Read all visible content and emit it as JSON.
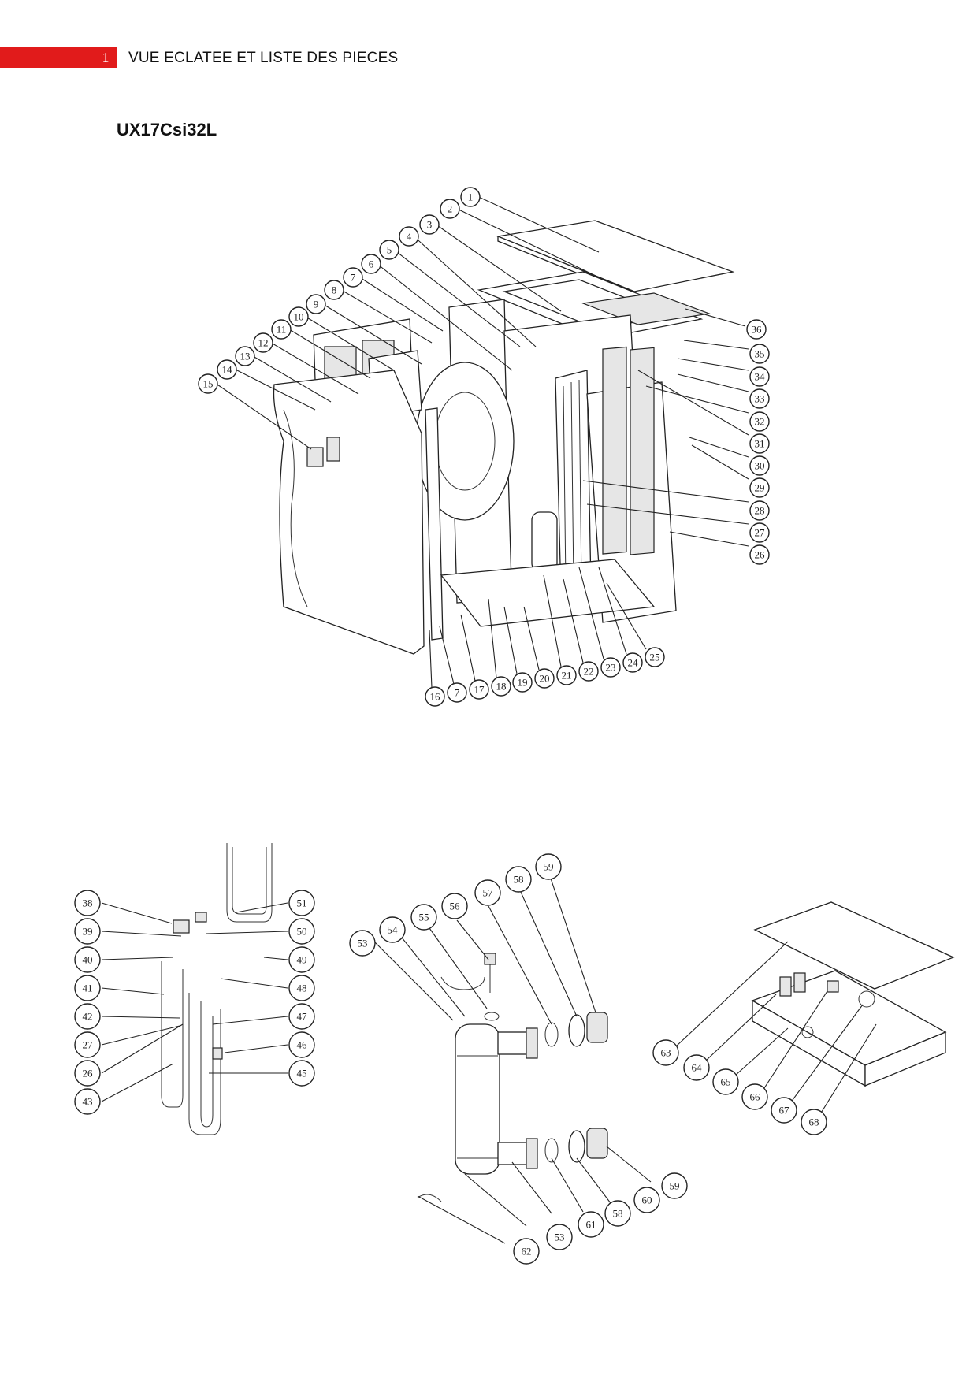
{
  "header": {
    "page_number": "1",
    "title": "VUE ECLATEE ET LISTE DES PIECES"
  },
  "model": "UX17Csi32L",
  "colors": {
    "accent": "#e11b1b"
  },
  "callouts": {
    "main": [
      "1",
      "2",
      "3",
      "4",
      "5",
      "6",
      "7",
      "8",
      "9",
      "10",
      "11",
      "12",
      "13",
      "14",
      "15",
      "16",
      "7",
      "17",
      "18",
      "19",
      "20",
      "21",
      "22",
      "23",
      "24",
      "25",
      "26",
      "27",
      "28",
      "29",
      "30",
      "31",
      "32",
      "33",
      "34",
      "35",
      "36"
    ],
    "piping": [
      "38",
      "39",
      "40",
      "41",
      "42",
      "27",
      "26",
      "43",
      "51",
      "50",
      "49",
      "48",
      "47",
      "46",
      "45"
    ],
    "exchanger": [
      "53",
      "54",
      "55",
      "56",
      "57",
      "58",
      "59",
      "58",
      "59",
      "60",
      "61",
      "53",
      "62"
    ],
    "electric_box": [
      "63",
      "64",
      "65",
      "66",
      "67",
      "68"
    ]
  }
}
